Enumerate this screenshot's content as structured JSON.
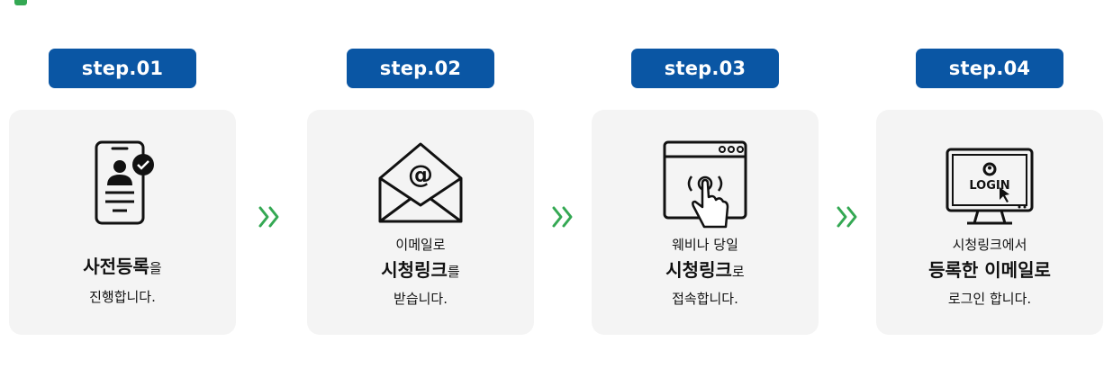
{
  "colors": {
    "accent": "#0a56a4",
    "chevron": "#34a853",
    "card_bg": "#f4f4f4"
  },
  "steps": [
    {
      "badge": "step.01",
      "icon": "mobile-profile-check-icon",
      "lines": [
        {
          "big": "사전등록",
          "suffix": "을"
        },
        {
          "small": "진행합니다."
        }
      ]
    },
    {
      "badge": "step.02",
      "icon": "email-envelope-icon",
      "lines": [
        {
          "small": "이메일로"
        },
        {
          "big": "시청링크",
          "suffix": "를"
        },
        {
          "small": "받습니다."
        }
      ]
    },
    {
      "badge": "step.03",
      "icon": "browser-tap-icon",
      "lines": [
        {
          "small": "웨비나 당일"
        },
        {
          "big": "시청링크",
          "suffix": "로"
        },
        {
          "small": "접속합니다."
        }
      ]
    },
    {
      "badge": "step.04",
      "icon": "monitor-login-icon",
      "lines": [
        {
          "small": "시청링크에서"
        },
        {
          "big": "등록한 이메일로",
          "suffix": ""
        },
        {
          "small": "로그인 합니다."
        }
      ]
    }
  ],
  "icons": {
    "chevron": "double-chevron-right-icon",
    "login_text": "LOGIN"
  }
}
